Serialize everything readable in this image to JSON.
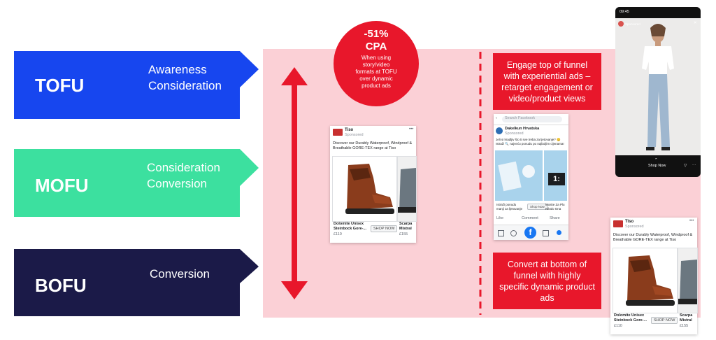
{
  "funnel": [
    {
      "label": "TOFU",
      "lines": [
        "Awareness",
        "Consideration"
      ],
      "color": "#1746ef"
    },
    {
      "label": "MOFU",
      "lines": [
        "Consideration",
        "Conversion"
      ],
      "color": "#3ce09f"
    },
    {
      "label": "BOFU",
      "lines": [
        "Conversion"
      ],
      "color": "#1b1a48"
    }
  ],
  "stat": {
    "value": "-51%",
    "metric": "CPA",
    "note_lines": [
      "When using",
      "story/video",
      "formats at TOFU",
      "over dynamic",
      "product ads"
    ]
  },
  "callouts": {
    "top": "Engage top of funnel with experiential ads – retarget engagement or video/product views",
    "bottom": "Convert at bottom of funnel with highly specific dynamic product ads"
  },
  "ad": {
    "brand": "Tiso",
    "sponsored": "Sponsored",
    "text": "Discover our Durably Waterproof, Windproof & Breathable GORE-TEX range at Tiso",
    "product1_name": "Dolomite Unisex Steinbock Gore-...",
    "product1_price": "£110",
    "product2_name": "Scarpa Mistral",
    "product2_price": "£155",
    "cta": "SHOP NOW"
  },
  "fb_mock": {
    "search": "Search Facebook",
    "page": "Dakelkun Hrvatska",
    "sponsored": "Sponsored",
    "text": "Jeli si kradljiv što ti sve treba za ljetovanje? 😊 Istraži 🔍 najveću ponudu po najboljim cijenama!",
    "product_left": "Istraži ponudu manji za ljetovanje",
    "product_right": "Moske Za Plu Nikalo Ona",
    "cta": "Shop Now",
    "actions": [
      "Like",
      "Comment",
      "Share"
    ]
  },
  "story": {
    "time": "09:45",
    "account": "Sponsored",
    "cta": "Shop Now"
  },
  "colors": {
    "accent_red": "#e8172b",
    "panel_pink": "#fbd0d6"
  }
}
